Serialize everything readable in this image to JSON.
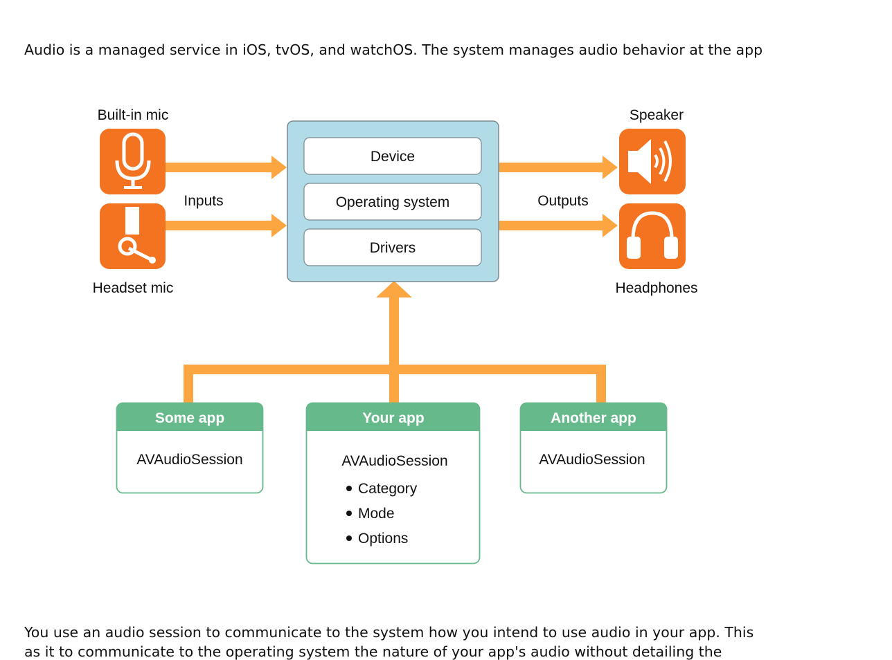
{
  "paragraphs": {
    "intro": "Audio is a managed service in iOS, tvOS, and watchOS. The system manages audio behavior at the app",
    "usage": "You use an audio session to communicate to the system how you intend to use audio in your app. This",
    "usage_cont": "as it to communicate to the operating system the nature of your app's audio without detailing the"
  },
  "diagram": {
    "inputs": {
      "builtin_mic": "Built-in mic",
      "headset_mic": "Headset mic",
      "label": "Inputs"
    },
    "outputs": {
      "speaker": "Speaker",
      "headphones": "Headphones",
      "label": "Outputs"
    },
    "system_layers": [
      "Device",
      "Operating system",
      "Drivers"
    ],
    "apps": {
      "some_app": {
        "title": "Some app",
        "session": "AVAudioSession"
      },
      "your_app": {
        "title": "Your app",
        "session": "AVAudioSession",
        "bullets": [
          "Category",
          "Mode",
          "Options"
        ]
      },
      "another_app": {
        "title": "Another app",
        "session": "AVAudioSession"
      }
    },
    "colors": {
      "icon_orange": "#f47321",
      "arrow_orange": "#fba640",
      "system_blue": "#b2dbe8",
      "app_green": "#66b98a"
    },
    "icons": [
      "microphone-icon",
      "headset-mic-icon",
      "speaker-icon",
      "headphones-icon"
    ]
  }
}
